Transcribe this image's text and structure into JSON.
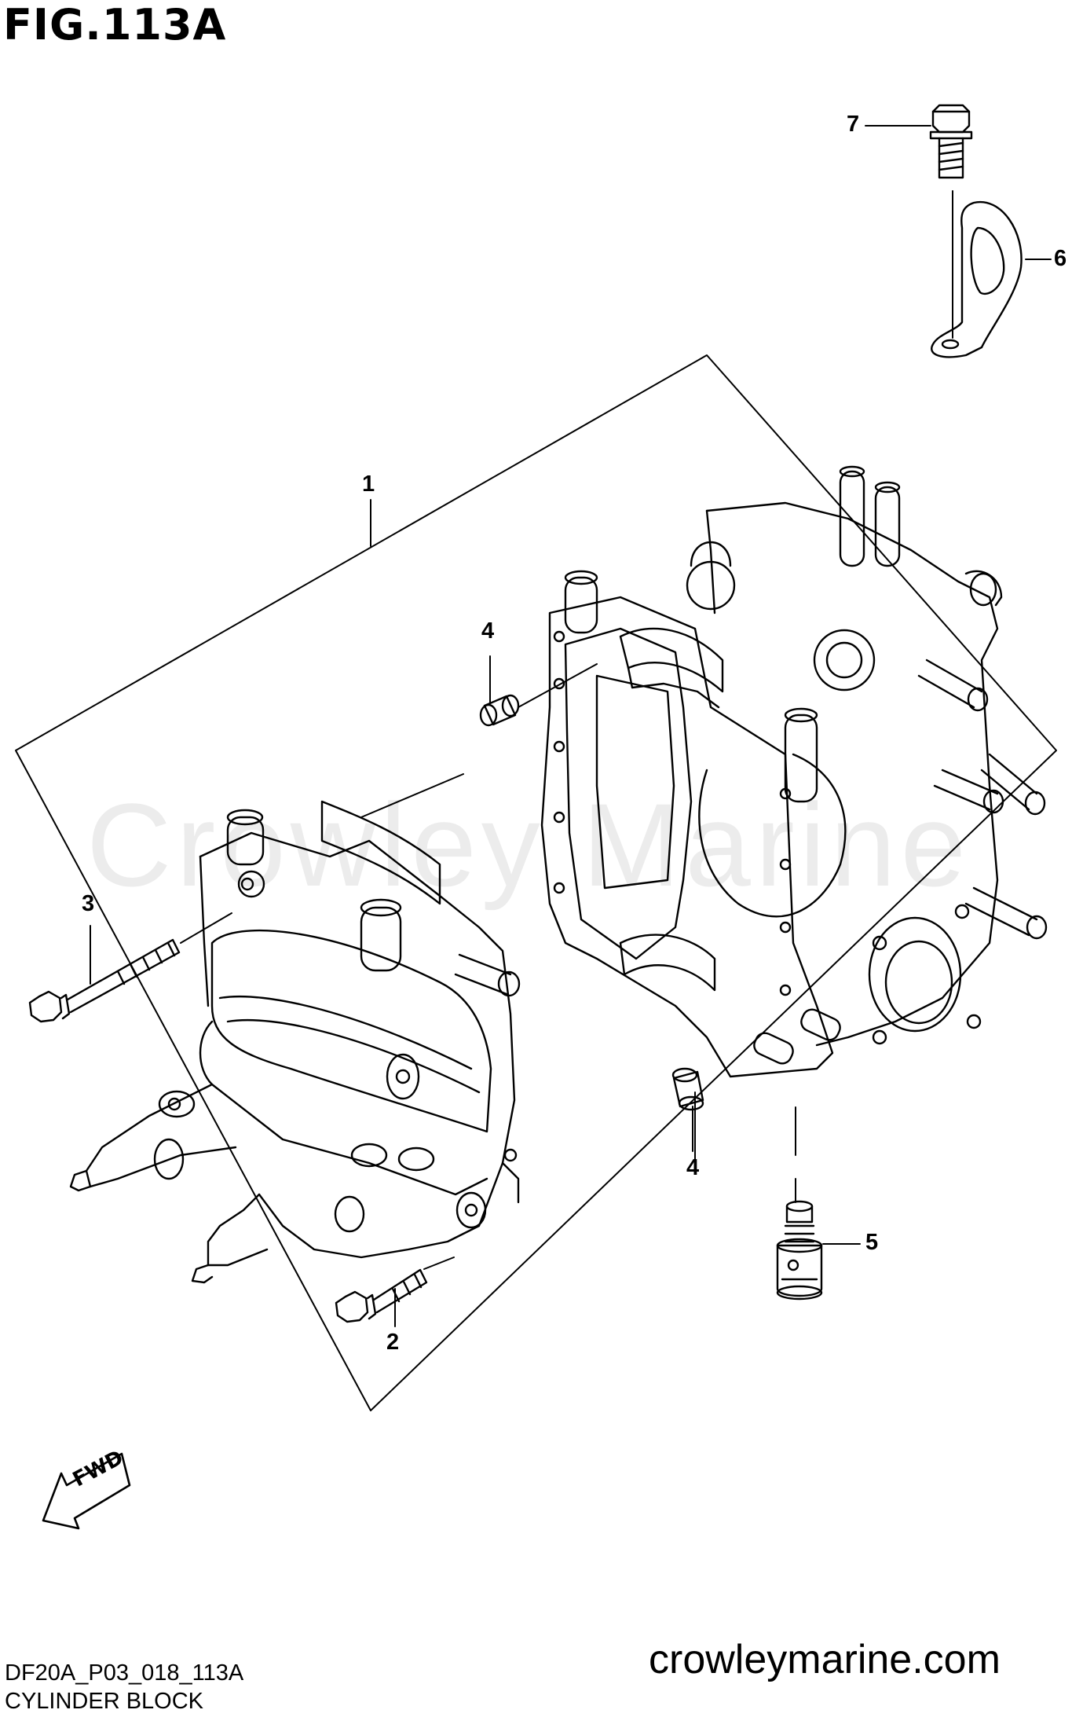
{
  "figure": {
    "title": "FIG.113A"
  },
  "callouts": [
    {
      "id": "1",
      "label": "1"
    },
    {
      "id": "2",
      "label": "2"
    },
    {
      "id": "3",
      "label": "3"
    },
    {
      "id": "4a",
      "label": "4"
    },
    {
      "id": "4b",
      "label": "4"
    },
    {
      "id": "5",
      "label": "5"
    },
    {
      "id": "6",
      "label": "6"
    },
    {
      "id": "7",
      "label": "7"
    }
  ],
  "fwd_label": "FWD",
  "watermark": "Crowley Marine",
  "footer": {
    "code": "DF20A_P03_018_113A",
    "name": "CYLINDER BLOCK",
    "site": "crowleymarine.com"
  }
}
